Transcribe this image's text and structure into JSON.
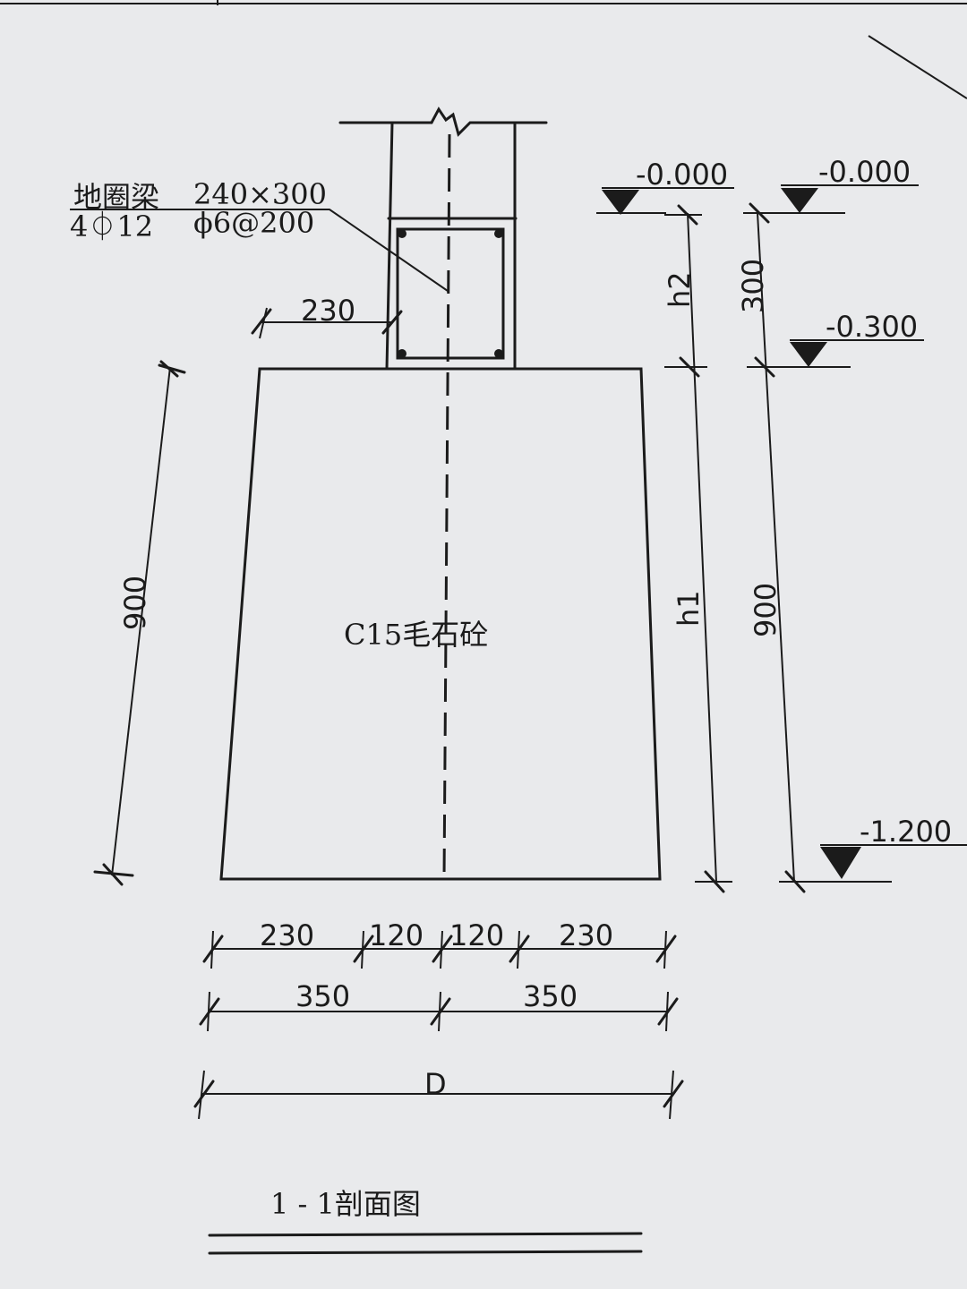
{
  "paper_color": "#e9eaec",
  "ink_color": "#1b1b1b",
  "beam_label": {
    "name": "地圈梁",
    "size": "240×300",
    "main_rebar": "4⏀12",
    "stirrup": "ϕ6@200"
  },
  "material_label": "C15毛石砼",
  "dims": {
    "top_offset": "230",
    "left_height": "900",
    "h2": "h2",
    "h1": "h1",
    "right_300": "300",
    "right_900": "900",
    "bottom_row1": [
      "230",
      "120",
      "120",
      "230"
    ],
    "bottom_row2": [
      "350",
      "350"
    ],
    "total": "D"
  },
  "elevations": {
    "left_top": "-0.000",
    "right_top": "-0.000",
    "mid": "-0.300",
    "bottom": "-1.200"
  },
  "title": "1 - 1剖面图"
}
